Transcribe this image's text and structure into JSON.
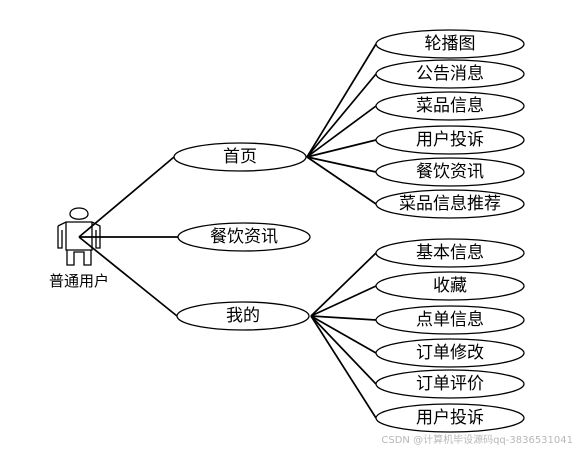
{
  "actor": {
    "label": "普通用户",
    "icon": "stick-figure-person"
  },
  "primary_nodes": [
    {
      "label": "首页",
      "children": [
        "轮播图",
        "公告消息",
        "菜品信息",
        "用户投诉",
        "餐饮资讯",
        "菜品信息推荐"
      ]
    },
    {
      "label": "餐饮资讯",
      "children": []
    },
    {
      "label": "我的",
      "children": [
        "基本信息",
        "收藏",
        "点单信息",
        "订单修改",
        "订单评价",
        "用户投诉"
      ]
    }
  ],
  "watermark": "CSDN @计算机毕设源码qq-3836531041",
  "colors": {
    "line": "#000000",
    "fill": "#ffffff",
    "watermark": "#b8b8b8"
  }
}
